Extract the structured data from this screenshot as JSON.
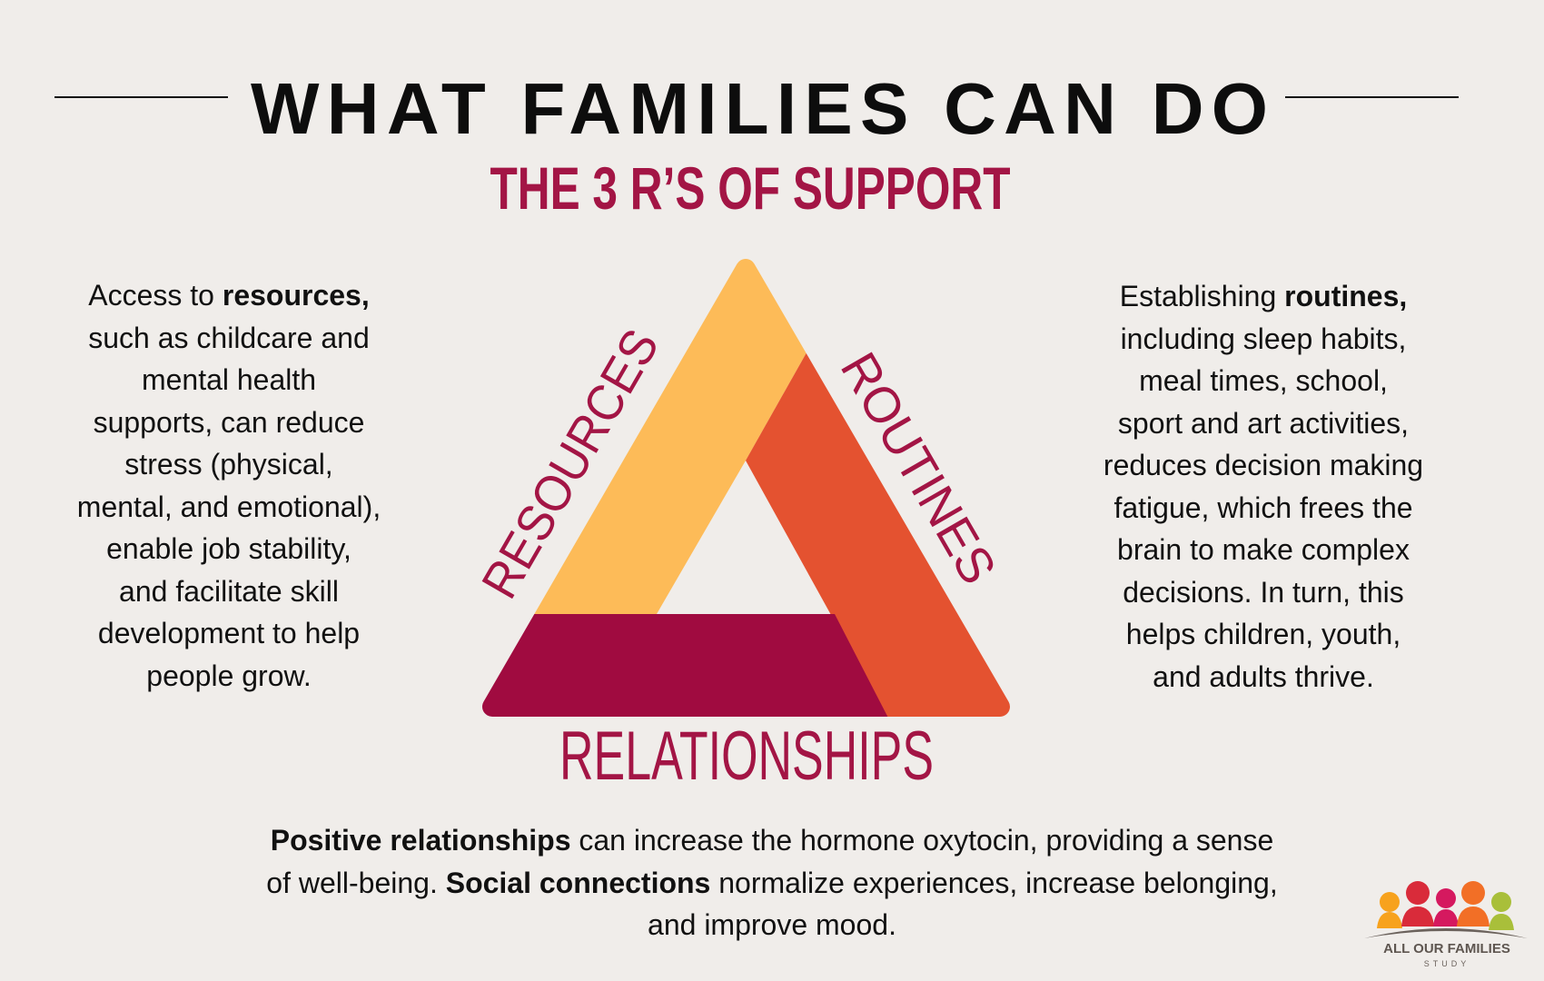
{
  "header": {
    "title": "WHAT FAMILIES CAN DO",
    "subtitle": "THE 3 R’S OF SUPPORT"
  },
  "diagram": {
    "labels": {
      "resources": "RESOURCES",
      "routines": "ROUTINES",
      "relationships": "RELATIONSHIPS"
    },
    "colors": {
      "resources": "#fdbb58",
      "routines": "#e45230",
      "relationships": "#a00b40",
      "accent": "#a31545"
    }
  },
  "left_text": {
    "first_prefix": "Access to ",
    "first_bold": "resources,",
    "lines": [
      "such as childcare and",
      "mental health",
      "supports, can reduce",
      "stress (physical,",
      "mental, and emotional),",
      "enable job stability,",
      "and facilitate skill",
      "development to help",
      "people grow."
    ]
  },
  "right_text": {
    "first_prefix": "Establishing ",
    "first_bold": "routines,",
    "lines": [
      "including sleep habits,",
      "meal times, school,",
      "sport and art activities,",
      "reduces decision making",
      "fatigue, which frees the",
      "brain to make complex",
      "decisions. In turn, this",
      "helps children, youth,",
      "and adults thrive."
    ]
  },
  "bottom_text": {
    "l1_bold": "Positive relationships",
    "l1_rest": " can increase the hormone oxytocin, providing a sense",
    "l2_pre": "of well-being. ",
    "l2_bold": "Social connections",
    "l2_rest": " normalize experiences, increase belonging,",
    "l3": "and improve mood."
  },
  "logo": {
    "name": "ALL OUR FAMILIES",
    "sub": "STUDY",
    "colors": [
      "#f7a21d",
      "#d92b3a",
      "#d5195f",
      "#f26f26",
      "#a9bf3a"
    ]
  }
}
